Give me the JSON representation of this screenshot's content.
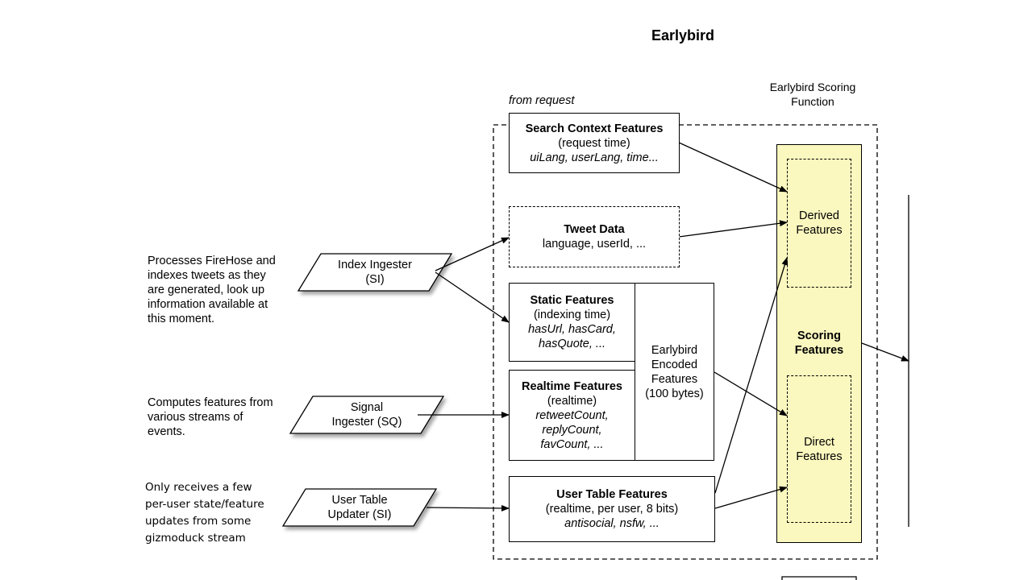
{
  "title": "Earlybird",
  "scoring_function_label": [
    "Earlybird Scoring",
    "Function"
  ],
  "from_request_label": "from request",
  "search_context": {
    "title": "Search Context Features",
    "line1": "(request time)",
    "line2": "uiLang, userLang, time..."
  },
  "tweet_data": {
    "title": "Tweet Data",
    "line1": "language, userId, ..."
  },
  "static_features": {
    "title": "Static Features",
    "line1": "(indexing time)",
    "line2": "hasUrl, hasCard,",
    "line3": "hasQuote, ..."
  },
  "realtime_features": {
    "title": "Realtime Features",
    "line1": "(realtime)",
    "line2": "retweetCount,",
    "line3": "replyCount,",
    "line4": "favCount, ..."
  },
  "encoded_features": [
    "Earlybird",
    "Encoded",
    "Features",
    "(100 bytes)"
  ],
  "user_table_features": {
    "title": "User Table Features",
    "line1": "(realtime, per user, 8 bits)",
    "line2": "antisocial, nsfw, ..."
  },
  "derived_features": [
    "Derived",
    "Features"
  ],
  "scoring_features": [
    "Scoring",
    "Features"
  ],
  "direct_features": [
    "Direct",
    "Features"
  ],
  "ingesters": {
    "index": [
      "Index Ingester",
      "(SI)"
    ],
    "signal": [
      "Signal",
      "Ingester (SQ)"
    ],
    "user_table": [
      "User Table",
      "Updater (SI)"
    ]
  },
  "notes": {
    "index": [
      "Processes FireHose and",
      "indexes tweets as they",
      "are generated, look up",
      "information available at",
      "this moment."
    ],
    "signal": [
      "Computes features from",
      "various streams of",
      "events."
    ],
    "user_table": [
      "Only receives a few",
      "per-user state/feature",
      "updates from some",
      "gizmoduck stream"
    ]
  }
}
